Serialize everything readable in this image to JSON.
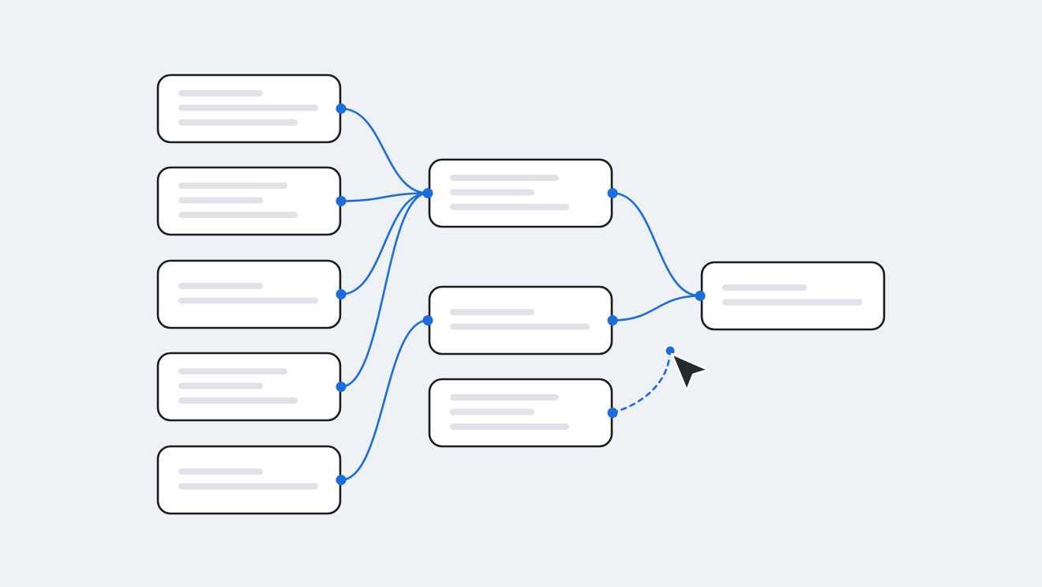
{
  "colors": {
    "background": "#eef2f6",
    "node_fill": "#ffffff",
    "node_border": "#1c1c1e",
    "placeholder_line": "#dfe3e8",
    "connection": "#1a6ddb",
    "port": "#1a6ddb",
    "cursor": "#26292e"
  },
  "nodes": [
    {
      "id": "source-1",
      "placeholder_lines": 3,
      "ports": [
        "out"
      ]
    },
    {
      "id": "source-2",
      "placeholder_lines": 3,
      "ports": [
        "out"
      ]
    },
    {
      "id": "source-3",
      "placeholder_lines": 2,
      "ports": [
        "out"
      ]
    },
    {
      "id": "source-4",
      "placeholder_lines": 3,
      "ports": [
        "out"
      ]
    },
    {
      "id": "source-5",
      "placeholder_lines": 2,
      "ports": [
        "out"
      ]
    },
    {
      "id": "merge-1",
      "placeholder_lines": 3,
      "ports": [
        "in",
        "out"
      ]
    },
    {
      "id": "merge-2",
      "placeholder_lines": 2,
      "ports": [
        "in",
        "out"
      ]
    },
    {
      "id": "pending",
      "placeholder_lines": 3,
      "ports": [
        "out"
      ]
    },
    {
      "id": "target",
      "placeholder_lines": 2,
      "ports": [
        "in"
      ]
    }
  ],
  "connections": [
    {
      "from": "source-1",
      "to": "merge-1",
      "style": "solid"
    },
    {
      "from": "source-2",
      "to": "merge-1",
      "style": "solid"
    },
    {
      "from": "source-3",
      "to": "merge-1",
      "style": "solid"
    },
    {
      "from": "source-4",
      "to": "merge-1",
      "style": "solid"
    },
    {
      "from": "source-5",
      "to": "merge-2",
      "style": "solid"
    },
    {
      "from": "merge-1",
      "to": "target",
      "style": "solid"
    },
    {
      "from": "merge-2",
      "to": "target",
      "style": "solid"
    },
    {
      "from": "pending",
      "to": "cursor",
      "style": "dashed"
    }
  ],
  "cursor_icon": "arrow-cursor-icon"
}
